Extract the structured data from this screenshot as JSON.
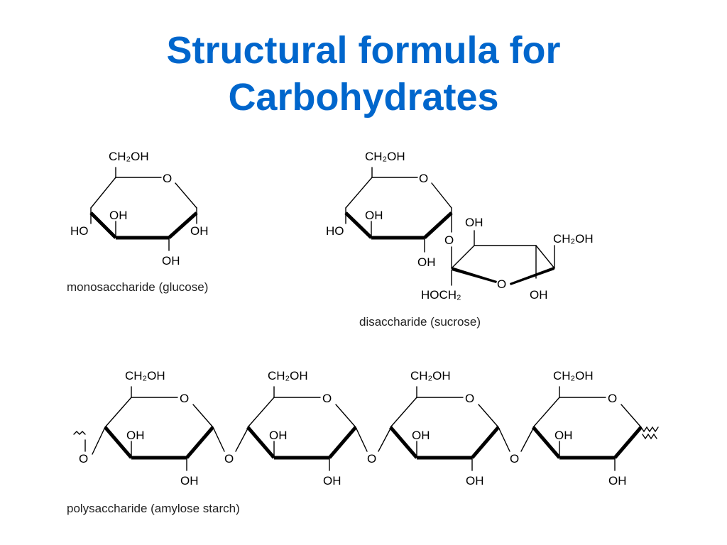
{
  "title": {
    "line1": "Structural formula for",
    "line2": "Carbohydrates"
  },
  "colors": {
    "title": "#0066cc",
    "ink": "#000000"
  },
  "labels": {
    "ch2oh": "CH₂OH",
    "ring_o": "O",
    "oh": "OH",
    "ho": "HO",
    "hoch2": "HOCH₂",
    "link_o": "O"
  },
  "captions": {
    "mono": "monosaccharide (glucose)",
    "di": "disaccharide (sucrose)",
    "poly": "polysaccharide (amylose starch)"
  }
}
